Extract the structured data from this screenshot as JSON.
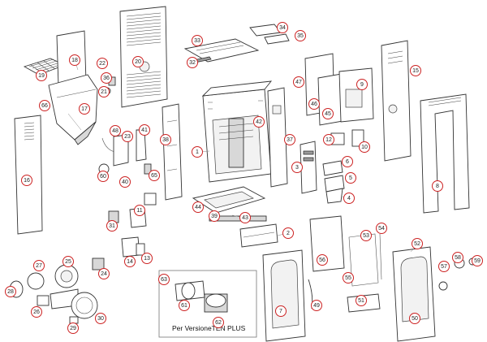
{
  "diagram": {
    "inset_caption": "Per VersioneTEN PLUS",
    "callouts": [
      "1",
      "2",
      "3",
      "4",
      "5",
      "6",
      "7",
      "8",
      "9",
      "10",
      "11",
      "12",
      "13",
      "14",
      "15",
      "16",
      "17",
      "18",
      "19",
      "20",
      "21",
      "22",
      "23",
      "24",
      "25",
      "26",
      "27",
      "28",
      "29",
      "30",
      "31",
      "32",
      "33",
      "34",
      "35",
      "36",
      "37",
      "38",
      "39",
      "40",
      "41",
      "42",
      "43",
      "44",
      "45",
      "46",
      "47",
      "48",
      "49",
      "50",
      "51",
      "52",
      "53",
      "54",
      "55",
      "56",
      "57",
      "58",
      "59",
      "60",
      "61",
      "62",
      "63",
      "65",
      "66"
    ]
  },
  "colors": {
    "callout_ring": "#cc2222",
    "line": "#333333",
    "shade": "#d8d8d8"
  }
}
